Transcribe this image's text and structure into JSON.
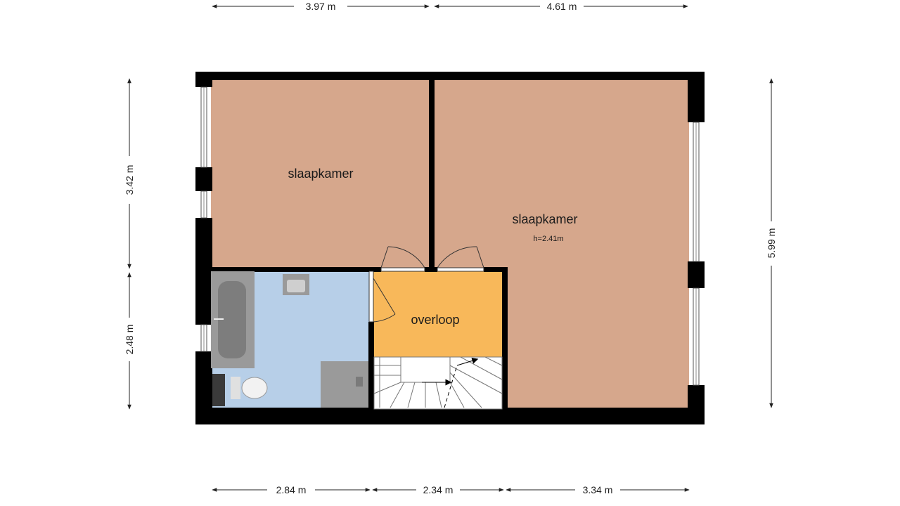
{
  "colors": {
    "bedroom": "#d6a78c",
    "bathroom": "#b7cfe8",
    "landing": "#f8b85a",
    "wall": "#000000",
    "fixture": "#9a9a9a",
    "stairs": "#ffffff"
  },
  "rooms": {
    "bedroom_left": {
      "label": "slaapkamer"
    },
    "bedroom_right": {
      "label": "slaapkamer",
      "height": "h=2.41m"
    },
    "landing": {
      "label": "overloop"
    }
  },
  "dimensions": {
    "top_left": "3.97 m",
    "top_right": "4.61 m",
    "bottom_left": "2.84 m",
    "bottom_middle": "2.34 m",
    "bottom_right": "3.34 m",
    "left_upper": "3.42 m",
    "left_lower": "2.48 m",
    "right": "5.99 m"
  }
}
